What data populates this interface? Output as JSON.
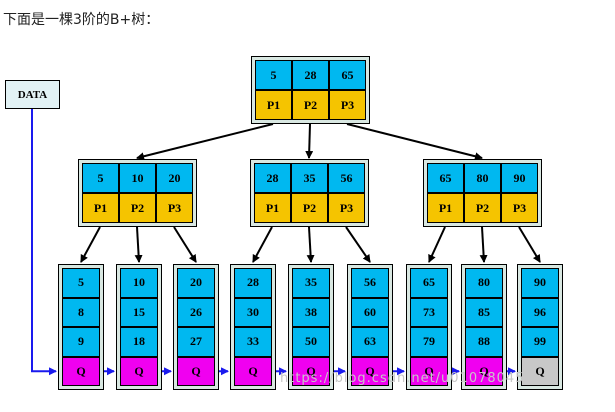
{
  "caption": "下面是一棵3阶的B+树：",
  "data_label": "DATA",
  "root": {
    "keys": [
      "5",
      "28",
      "65"
    ],
    "pointers": [
      "P1",
      "P2",
      "P3"
    ]
  },
  "internal": [
    {
      "keys": [
        "5",
        "10",
        "20"
      ],
      "pointers": [
        "P1",
        "P2",
        "P3"
      ]
    },
    {
      "keys": [
        "28",
        "35",
        "56"
      ],
      "pointers": [
        "P1",
        "P2",
        "P3"
      ]
    },
    {
      "keys": [
        "65",
        "80",
        "90"
      ],
      "pointers": [
        "P1",
        "P2",
        "P3"
      ]
    }
  ],
  "leaves": [
    {
      "keys": [
        "5",
        "8",
        "9"
      ],
      "link": "Q"
    },
    {
      "keys": [
        "10",
        "15",
        "18"
      ],
      "link": "Q"
    },
    {
      "keys": [
        "20",
        "26",
        "27"
      ],
      "link": "Q"
    },
    {
      "keys": [
        "28",
        "30",
        "33"
      ],
      "link": "Q"
    },
    {
      "keys": [
        "35",
        "38",
        "50"
      ],
      "link": "Q"
    },
    {
      "keys": [
        "56",
        "60",
        "63"
      ],
      "link": "Q"
    },
    {
      "keys": [
        "65",
        "73",
        "79"
      ],
      "link": "Q"
    },
    {
      "keys": [
        "80",
        "85",
        "88"
      ],
      "link": "Q"
    },
    {
      "keys": [
        "90",
        "96",
        "99"
      ],
      "link": "Q"
    }
  ],
  "watermark": "https://blog.csdn.net/u010780458",
  "colors": {
    "key": "#00b8f0",
    "pointer": "#f5c400",
    "link": "#f000f0",
    "null_link": "#c8c8c8",
    "leaf_chain": "#1a1aee"
  }
}
